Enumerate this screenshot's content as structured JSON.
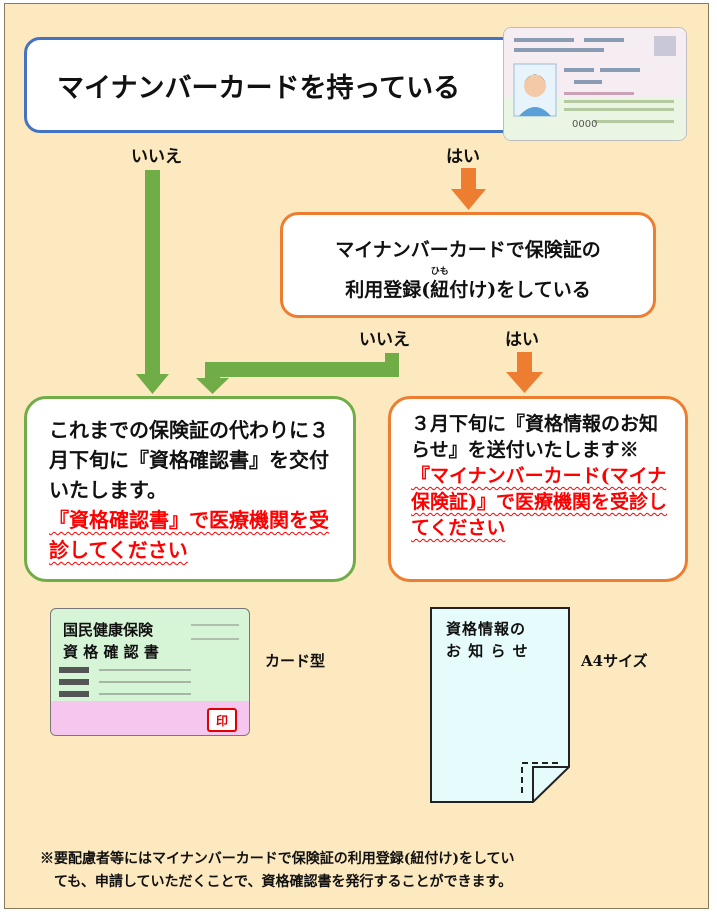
{
  "question_1": {
    "text": "マイナンバーカードを持っている"
  },
  "question_2": {
    "line1": "マイナンバーカードで保険証の",
    "line2_prefix": "利用登録(",
    "line2_ruby_base": "紐",
    "line2_ruby_text": "ひも",
    "line2_suffix": "付け)をしている"
  },
  "answers": {
    "no_top": "いいえ",
    "yes_top": "はい",
    "no_mid": "いいえ",
    "yes_mid": "はい"
  },
  "result_certificate": {
    "text": "これまでの保険証の代わりに３月下旬に『資格確認書』を交付いたします。",
    "highlight": "『資格確認書』で医療機関を受診してください"
  },
  "result_notice": {
    "text": "３月下旬に『資格情報のお知らせ』を送付いたします※",
    "highlight": "『マイナンバーカード(マイナ保険証)』で医療機関を受診してください"
  },
  "card_illustration": {
    "number": "0000"
  },
  "certificate_card": {
    "line1": "国民健康保険",
    "line2": "資 格 確 認 書",
    "stamp": "印",
    "caption": "カード型"
  },
  "notice_document": {
    "line1": "資格情報の",
    "line2": "お 知 ら せ",
    "caption": "A4サイズ"
  },
  "footnote": {
    "line1": "※要配慮者等にはマイナンバーカードで保険証の利用登録(紐付け)をしてい",
    "line2": "ても、申請していただくことで、資格確認書を発行することができます。"
  },
  "colors": {
    "background": "#fde9c0",
    "question_border": "#4472c4",
    "orange": "#ed7d31",
    "green": "#70ad47",
    "red": "#ff0000"
  }
}
